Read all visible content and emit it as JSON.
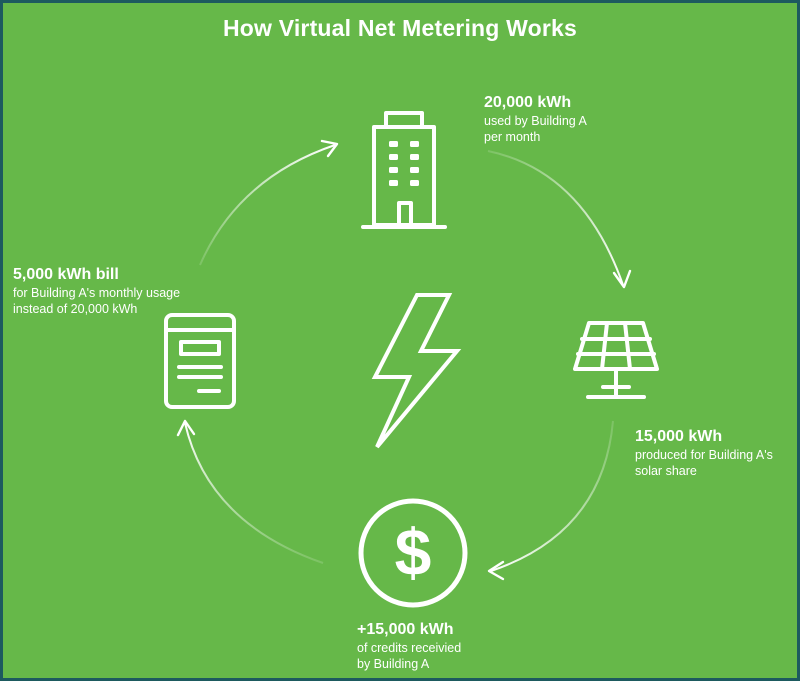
{
  "title": "How Virtual Net Metering Works",
  "colors": {
    "background": "#66b849",
    "border": "#1d5a5f",
    "foreground": "#ffffff"
  },
  "steps": [
    {
      "id": "building",
      "icon": "building-icon",
      "head": "20,000 kWh",
      "lines": [
        "used by Building A",
        "per month"
      ]
    },
    {
      "id": "solar",
      "icon": "solar-panel-icon",
      "head": "15,000 kWh",
      "lines": [
        "produced for Building A's",
        "solar share"
      ]
    },
    {
      "id": "credits",
      "icon": "dollar-coin-icon",
      "head": "+15,000 kWh",
      "lines": [
        "of credits receivied",
        "by Building A"
      ]
    },
    {
      "id": "bill",
      "icon": "bill-document-icon",
      "head": "5,000 kWh bill",
      "lines": [
        "for Building A's monthly usage",
        "instead of 20,000 kWh"
      ]
    }
  ],
  "center_icon": "lightning-bolt-icon"
}
